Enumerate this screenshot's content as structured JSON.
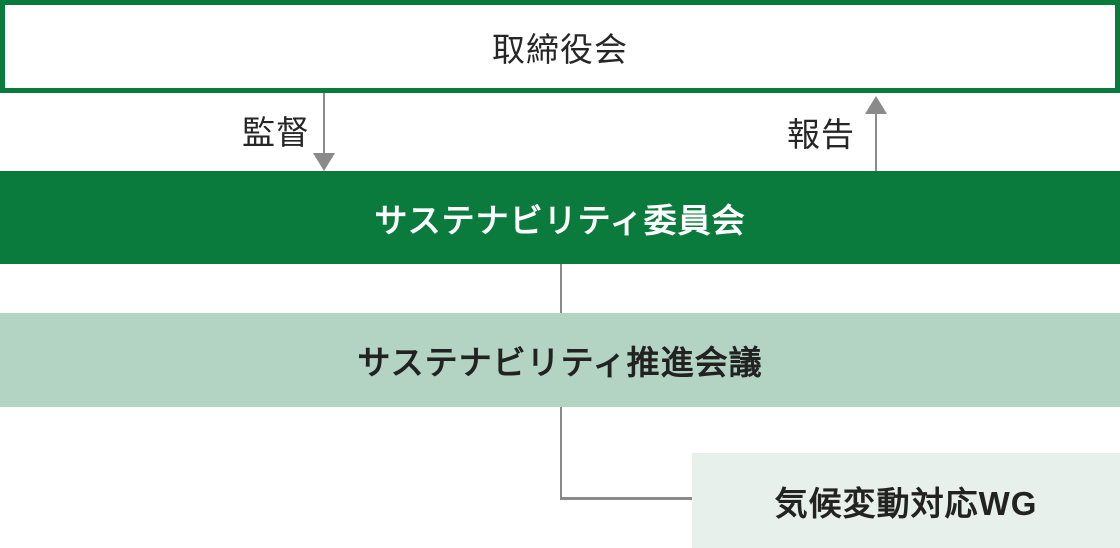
{
  "diagram": {
    "board_box": {
      "label": "取締役会"
    },
    "supervision": {
      "label": "監督"
    },
    "report": {
      "label": "報告"
    },
    "sustainability_committee_bar": {
      "label": "サステナビリティ委員会"
    },
    "sustainability_promotion_bar": {
      "label": "サステナビリティ推進会議"
    },
    "climate_wg_box": {
      "label": "気候変動対応WG"
    },
    "colors": {
      "dark_green": "#0a7b3d",
      "light_green": "#b3d4c2",
      "pale_green": "#e7f0ea",
      "connector_gray": "#8a8a8a",
      "text_dark": "#262626",
      "text_white": "#ffffff"
    }
  }
}
